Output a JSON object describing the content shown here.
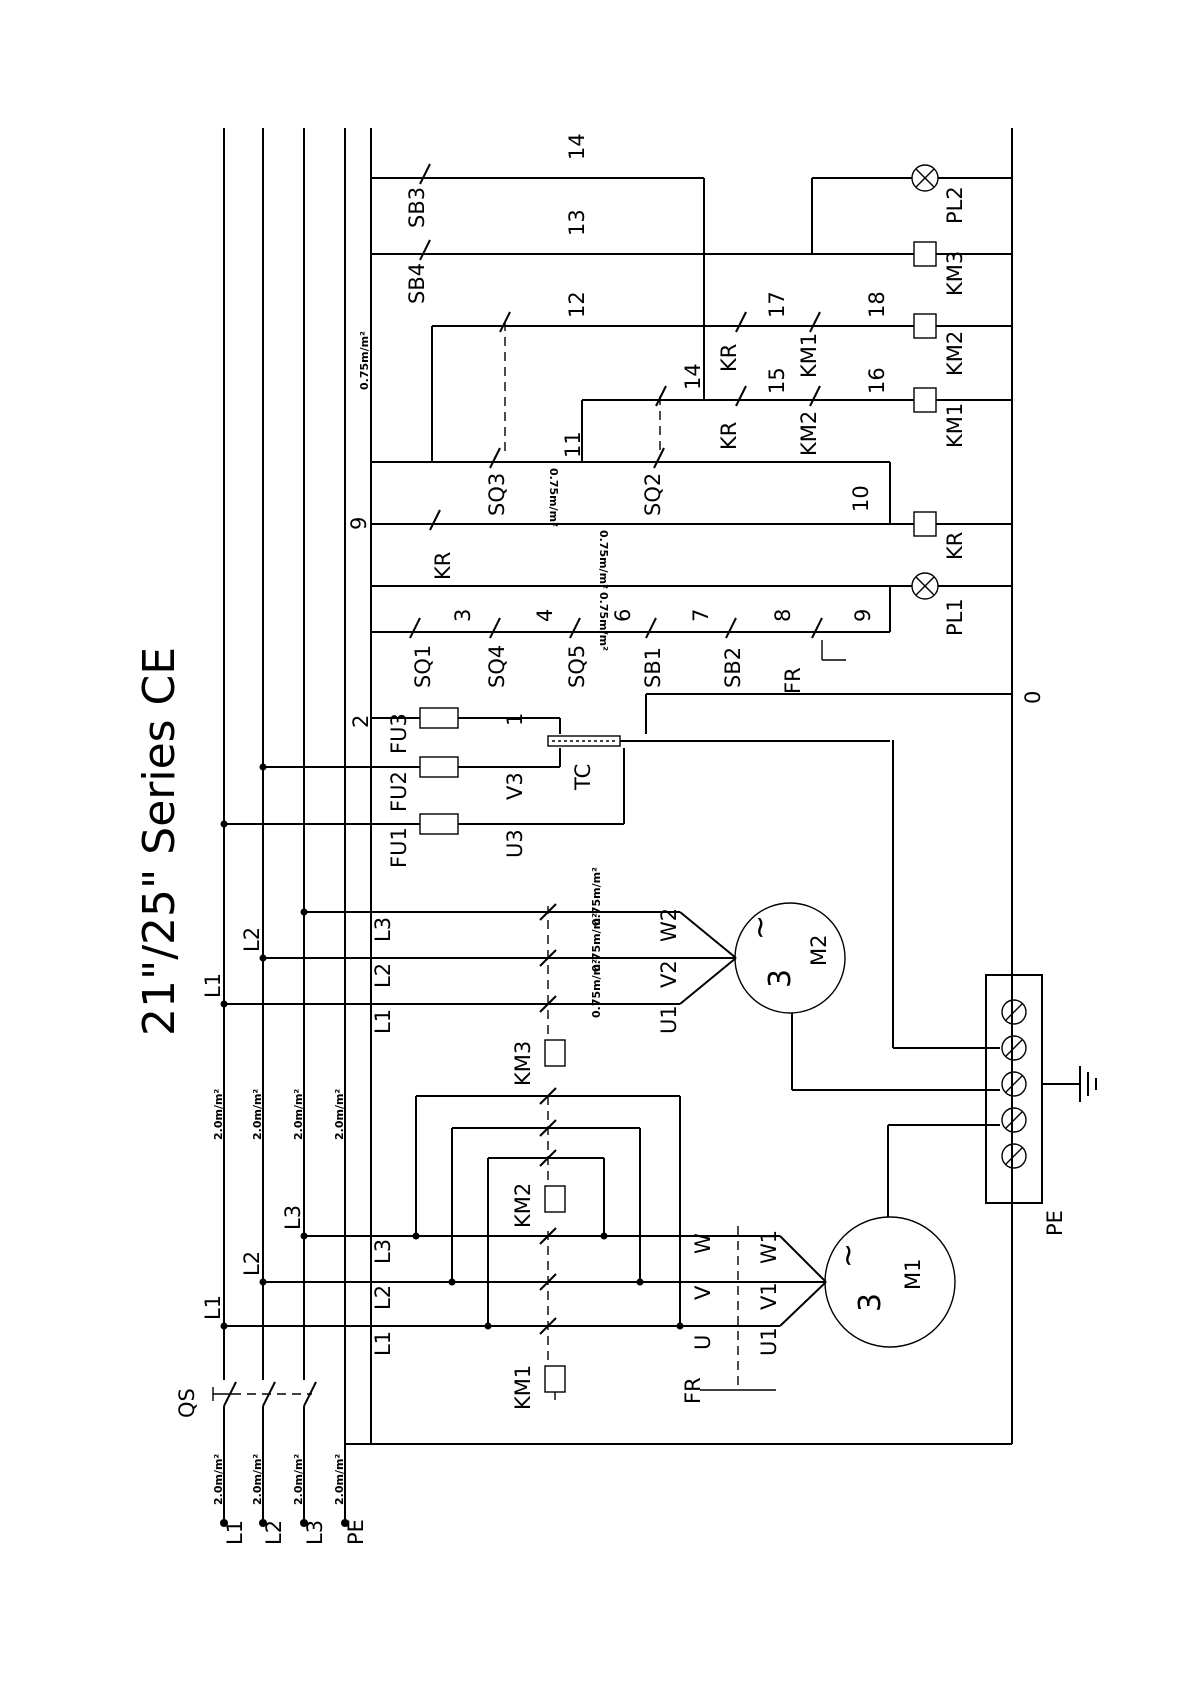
{
  "title": "21\"/25\" Series CE",
  "supply": {
    "labels": [
      "L1",
      "L2",
      "L3",
      "PE"
    ],
    "cross_section": "2.0m/m²",
    "isolator": "QS"
  },
  "main_circuit": {
    "bus_labels_a": [
      "L1",
      "L2",
      "L3"
    ],
    "bus_labels_b": [
      "L1",
      "L2",
      "L3"
    ],
    "bus_labels_c": [
      "L1",
      "L2"
    ],
    "m1_terminals": [
      "U",
      "V",
      "W"
    ],
    "m1_windings": [
      "U1",
      "V1",
      "W1"
    ],
    "m2_terminals": [
      "U1",
      "V2",
      "W2"
    ],
    "m2_labels": [
      "L1",
      "L2",
      "L3"
    ],
    "contactors": [
      "KM1",
      "KM2",
      "KM3"
    ],
    "fr_label": "FR",
    "section_2": "2.0m/m²",
    "section_075": "0.75m/m²"
  },
  "motors": [
    {
      "name": "M1",
      "phase": "3",
      "ac": "~"
    },
    {
      "name": "M2",
      "phase": "3",
      "ac": "~"
    }
  ],
  "terminal_block": {
    "pe_label": "PE"
  },
  "control": {
    "fuses": [
      "FU1",
      "FU2",
      "FU3"
    ],
    "transformer": "TC",
    "tx_terminals": [
      "U3",
      "V3",
      "1"
    ],
    "tx_out_label": "0",
    "series_chain": [
      "SQ1",
      "SQ4",
      "SQ5",
      "SB1",
      "SB2",
      "FR"
    ],
    "series_nodes": [
      "2",
      "3",
      "4",
      "6",
      "7",
      "8",
      "9"
    ],
    "pilot_lamps": [
      "PL1",
      "PL2"
    ],
    "relay": "KR",
    "limit_switches": [
      "SQ3",
      "SQ2"
    ],
    "push_buttons": [
      "SB4",
      "SB3"
    ],
    "coils": [
      "KR",
      "KM1",
      "KM2",
      "KM3"
    ],
    "branch_nodes": [
      "9",
      "10",
      "11",
      "12",
      "13",
      "14",
      "14",
      "15",
      "16",
      "17",
      "18"
    ],
    "interlocks": [
      "KR",
      "KM2",
      "KR",
      "KM1"
    ],
    "section": "0.75m/m²"
  }
}
